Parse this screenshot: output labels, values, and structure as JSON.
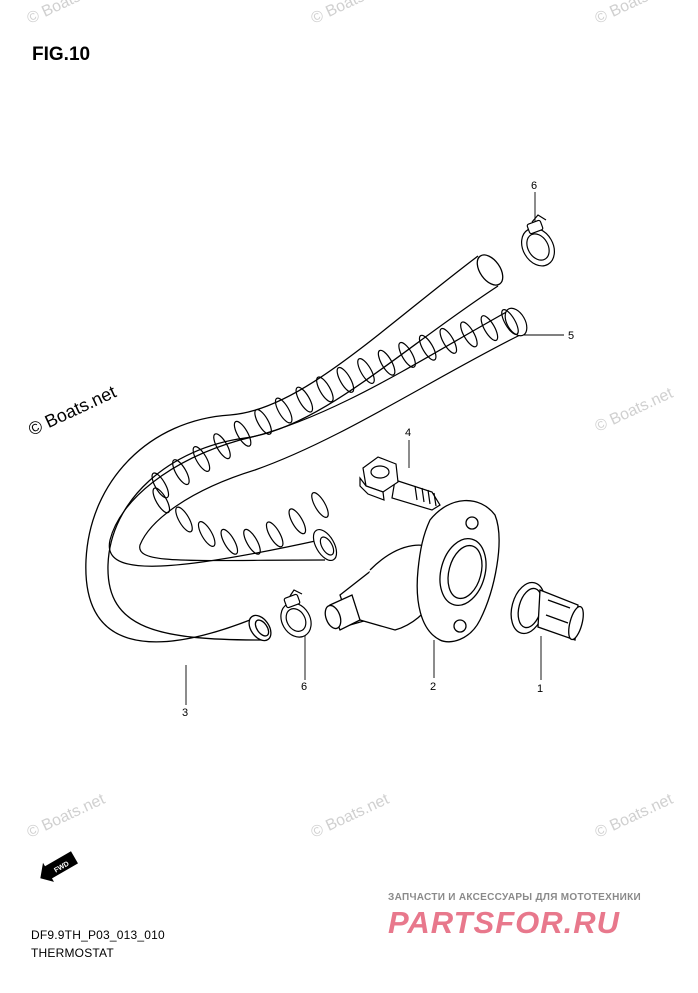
{
  "figure": {
    "title": "FIG.10",
    "code": "DF9.9TH_P03_013_010",
    "name": "THERMOSTAT"
  },
  "parts": [
    {
      "ref": "1",
      "part": "thermostat"
    },
    {
      "ref": "2",
      "part": "thermostat housing"
    },
    {
      "ref": "3",
      "part": "hose"
    },
    {
      "ref": "4",
      "part": "bolt"
    },
    {
      "ref": "5",
      "part": "protector spiral"
    },
    {
      "ref": "6",
      "part": "clip"
    },
    {
      "ref": "6",
      "part": "clip"
    }
  ],
  "callouts": {
    "c1": "1",
    "c2": "2",
    "c3": "3",
    "c4": "4",
    "c5": "5",
    "c6_top": "6",
    "c6_bottom": "6"
  },
  "fwd_label": "FWD",
  "watermark": {
    "main": "© Boats.net",
    "faint": "© Boats.net"
  },
  "promo": {
    "tagline": "ЗАПЧАСТИ И АКСЕССУАРЫ ДЛЯ МОТОТЕХНИКИ",
    "logo": "PARTSFOR.RU"
  },
  "colors": {
    "line": "#000000",
    "watermark": "#d0d0d0",
    "promo_logo": "#e8788c"
  }
}
